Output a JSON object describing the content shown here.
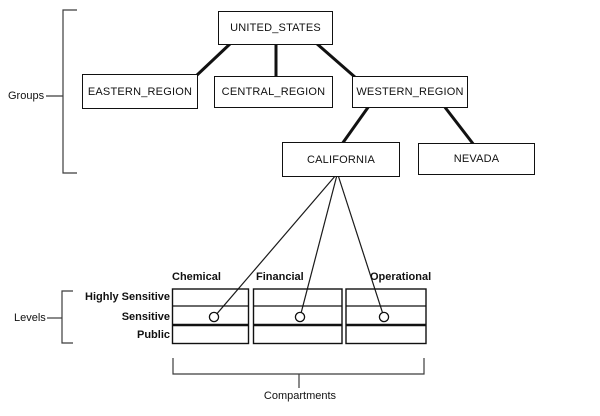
{
  "diagram": {
    "groups": {
      "bracket_label": "Groups",
      "nodes": {
        "united_states": "UNITED_STATES",
        "eastern_region": "EASTERN_REGION",
        "central_region": "CENTRAL_REGION",
        "western_region": "WESTERN_REGION",
        "california": "CALIFORNIA",
        "nevada": "NEVADA"
      },
      "edges": [
        {
          "from": "UNITED_STATES",
          "to": "EASTERN_REGION"
        },
        {
          "from": "UNITED_STATES",
          "to": "CENTRAL_REGION"
        },
        {
          "from": "UNITED_STATES",
          "to": "WESTERN_REGION"
        },
        {
          "from": "WESTERN_REGION",
          "to": "CALIFORNIA"
        },
        {
          "from": "WESTERN_REGION",
          "to": "NEVADA"
        }
      ]
    },
    "levels": {
      "bracket_label": "Levels",
      "rows": [
        "Highly Sensitive",
        "Sensitive",
        "Public"
      ]
    },
    "compartments": {
      "bracket_label": "Compartments",
      "columns": [
        "Chemical",
        "Financial",
        "Operational"
      ]
    },
    "markers": {
      "shape": "circle",
      "source": "CALIFORNIA",
      "cells": [
        {
          "column": "Chemical",
          "row": "Sensitive"
        },
        {
          "column": "Financial",
          "row": "Sensitive"
        },
        {
          "column": "Operational",
          "row": "Sensitive"
        }
      ]
    }
  },
  "colors": {
    "background": "#ffffff",
    "box_border": "#111111",
    "thick_edge": "#111111",
    "thin_edge": "#1a1a1a",
    "bracket": "#3c3c3c"
  }
}
